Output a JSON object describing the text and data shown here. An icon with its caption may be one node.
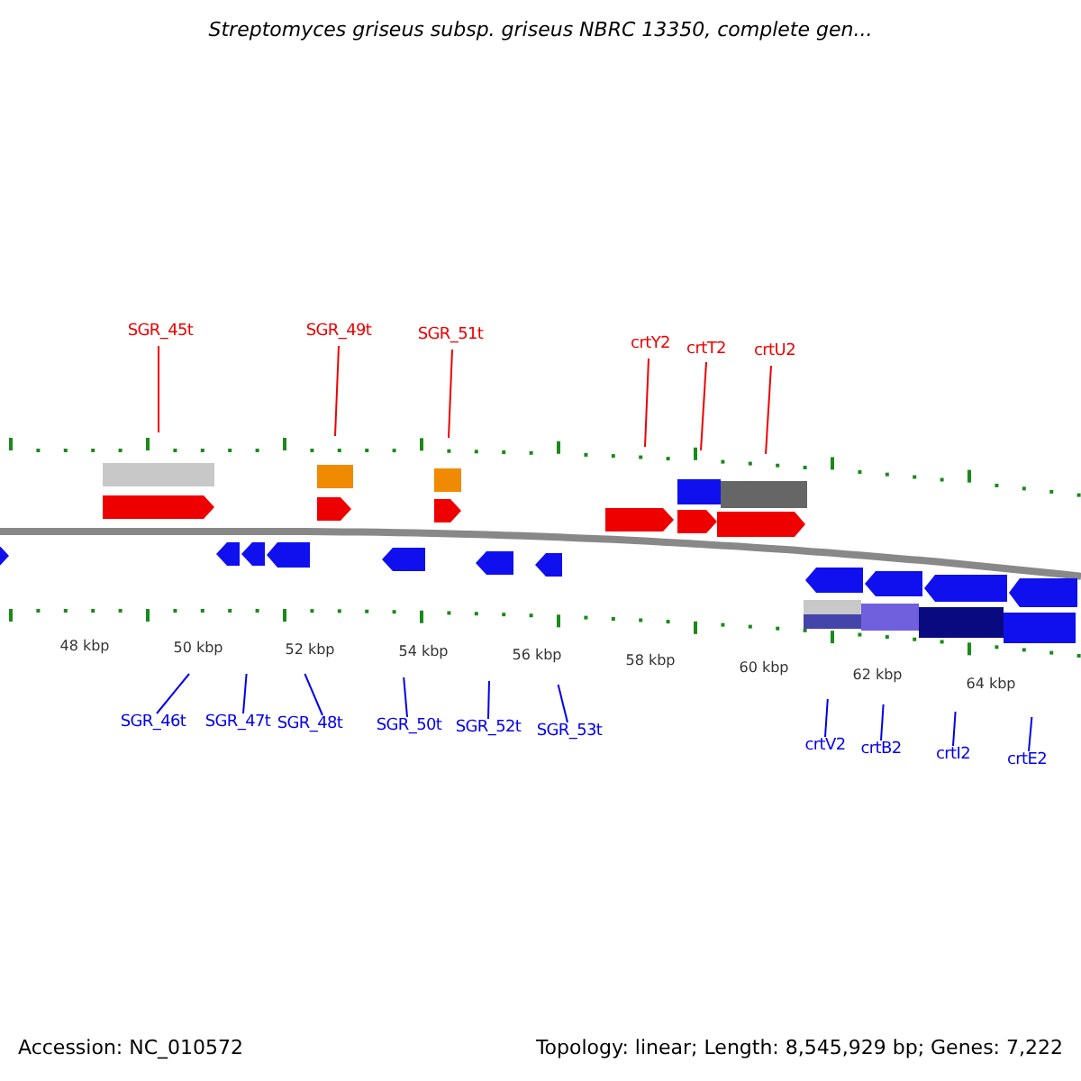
{
  "diagram": {
    "title": "Streptomyces griseus subsp. griseus NBRC 13350, complete gen...",
    "nodes": [
      {
        "text": [
          "SGR_45t"
        ]
      },
      {
        "text": [
          "SGR_49t"
        ]
      },
      {
        "text": [
          "SGR_51t"
        ]
      },
      {
        "text": [
          "crtY2"
        ]
      },
      {
        "text": [
          "crtT2"
        ]
      },
      {
        "text": [
          "crtU2"
        ]
      },
      {
        "text": [
          "SGR_46t"
        ]
      },
      {
        "text": [
          "SGR_47t"
        ]
      },
      {
        "text": [
          "SGR_48t"
        ]
      },
      {
        "text": [
          "SGR_50t"
        ]
      },
      {
        "text": [
          "SGR_52t"
        ]
      },
      {
        "text": [
          "SGR_53t"
        ]
      },
      {
        "text": [
          "crtV2"
        ]
      },
      {
        "text": [
          "crtB2"
        ]
      },
      {
        "text": [
          "crtI2"
        ]
      },
      {
        "text": [
          "crtE2"
        ]
      }
    ],
    "edges": [
      {
        "from": 0,
        "to": null,
        "arrow": "none",
        "color": "#ee0000"
      },
      {
        "from": 1,
        "to": null,
        "arrow": "none",
        "color": "#ee0000"
      },
      {
        "from": 2,
        "to": null,
        "arrow": "none",
        "color": "#ee0000"
      },
      {
        "from": 3,
        "to": null,
        "arrow": "none",
        "color": "#ee0000"
      },
      {
        "from": 4,
        "to": null,
        "arrow": "none",
        "color": "#ee0000"
      },
      {
        "from": 5,
        "to": null,
        "arrow": "none",
        "color": "#ee0000"
      },
      {
        "from": 6,
        "to": null,
        "arrow": "none"
      },
      {
        "from": 7,
        "to": null,
        "arrow": "none"
      },
      {
        "from": 8,
        "to": null,
        "arrow": "none"
      },
      {
        "from": 9,
        "to": null,
        "arrow": "none"
      },
      {
        "from": 10,
        "to": null,
        "arrow": "none"
      },
      {
        "from": 11,
        "to": null,
        "arrow": "none"
      },
      {
        "from": 12,
        "to": null,
        "arrow": "none"
      },
      {
        "from": 13,
        "to": null,
        "arrow": "none"
      },
      {
        "from": 14,
        "to": null,
        "arrow": "none"
      },
      {
        "from": 15,
        "to": null,
        "arrow": "none"
      }
    ],
    "labels": [
      "48 kbp",
      "50 kbp",
      "52 kbp",
      "54 kbp",
      "56 kbp",
      "58 kbp",
      "60 kbp",
      "62 kbp",
      "64 kbp",
      "Accession: NC_010572",
      "Topology: linear; Length: 8,545,929 bp; Genes: 7,222"
    ]
  }
}
